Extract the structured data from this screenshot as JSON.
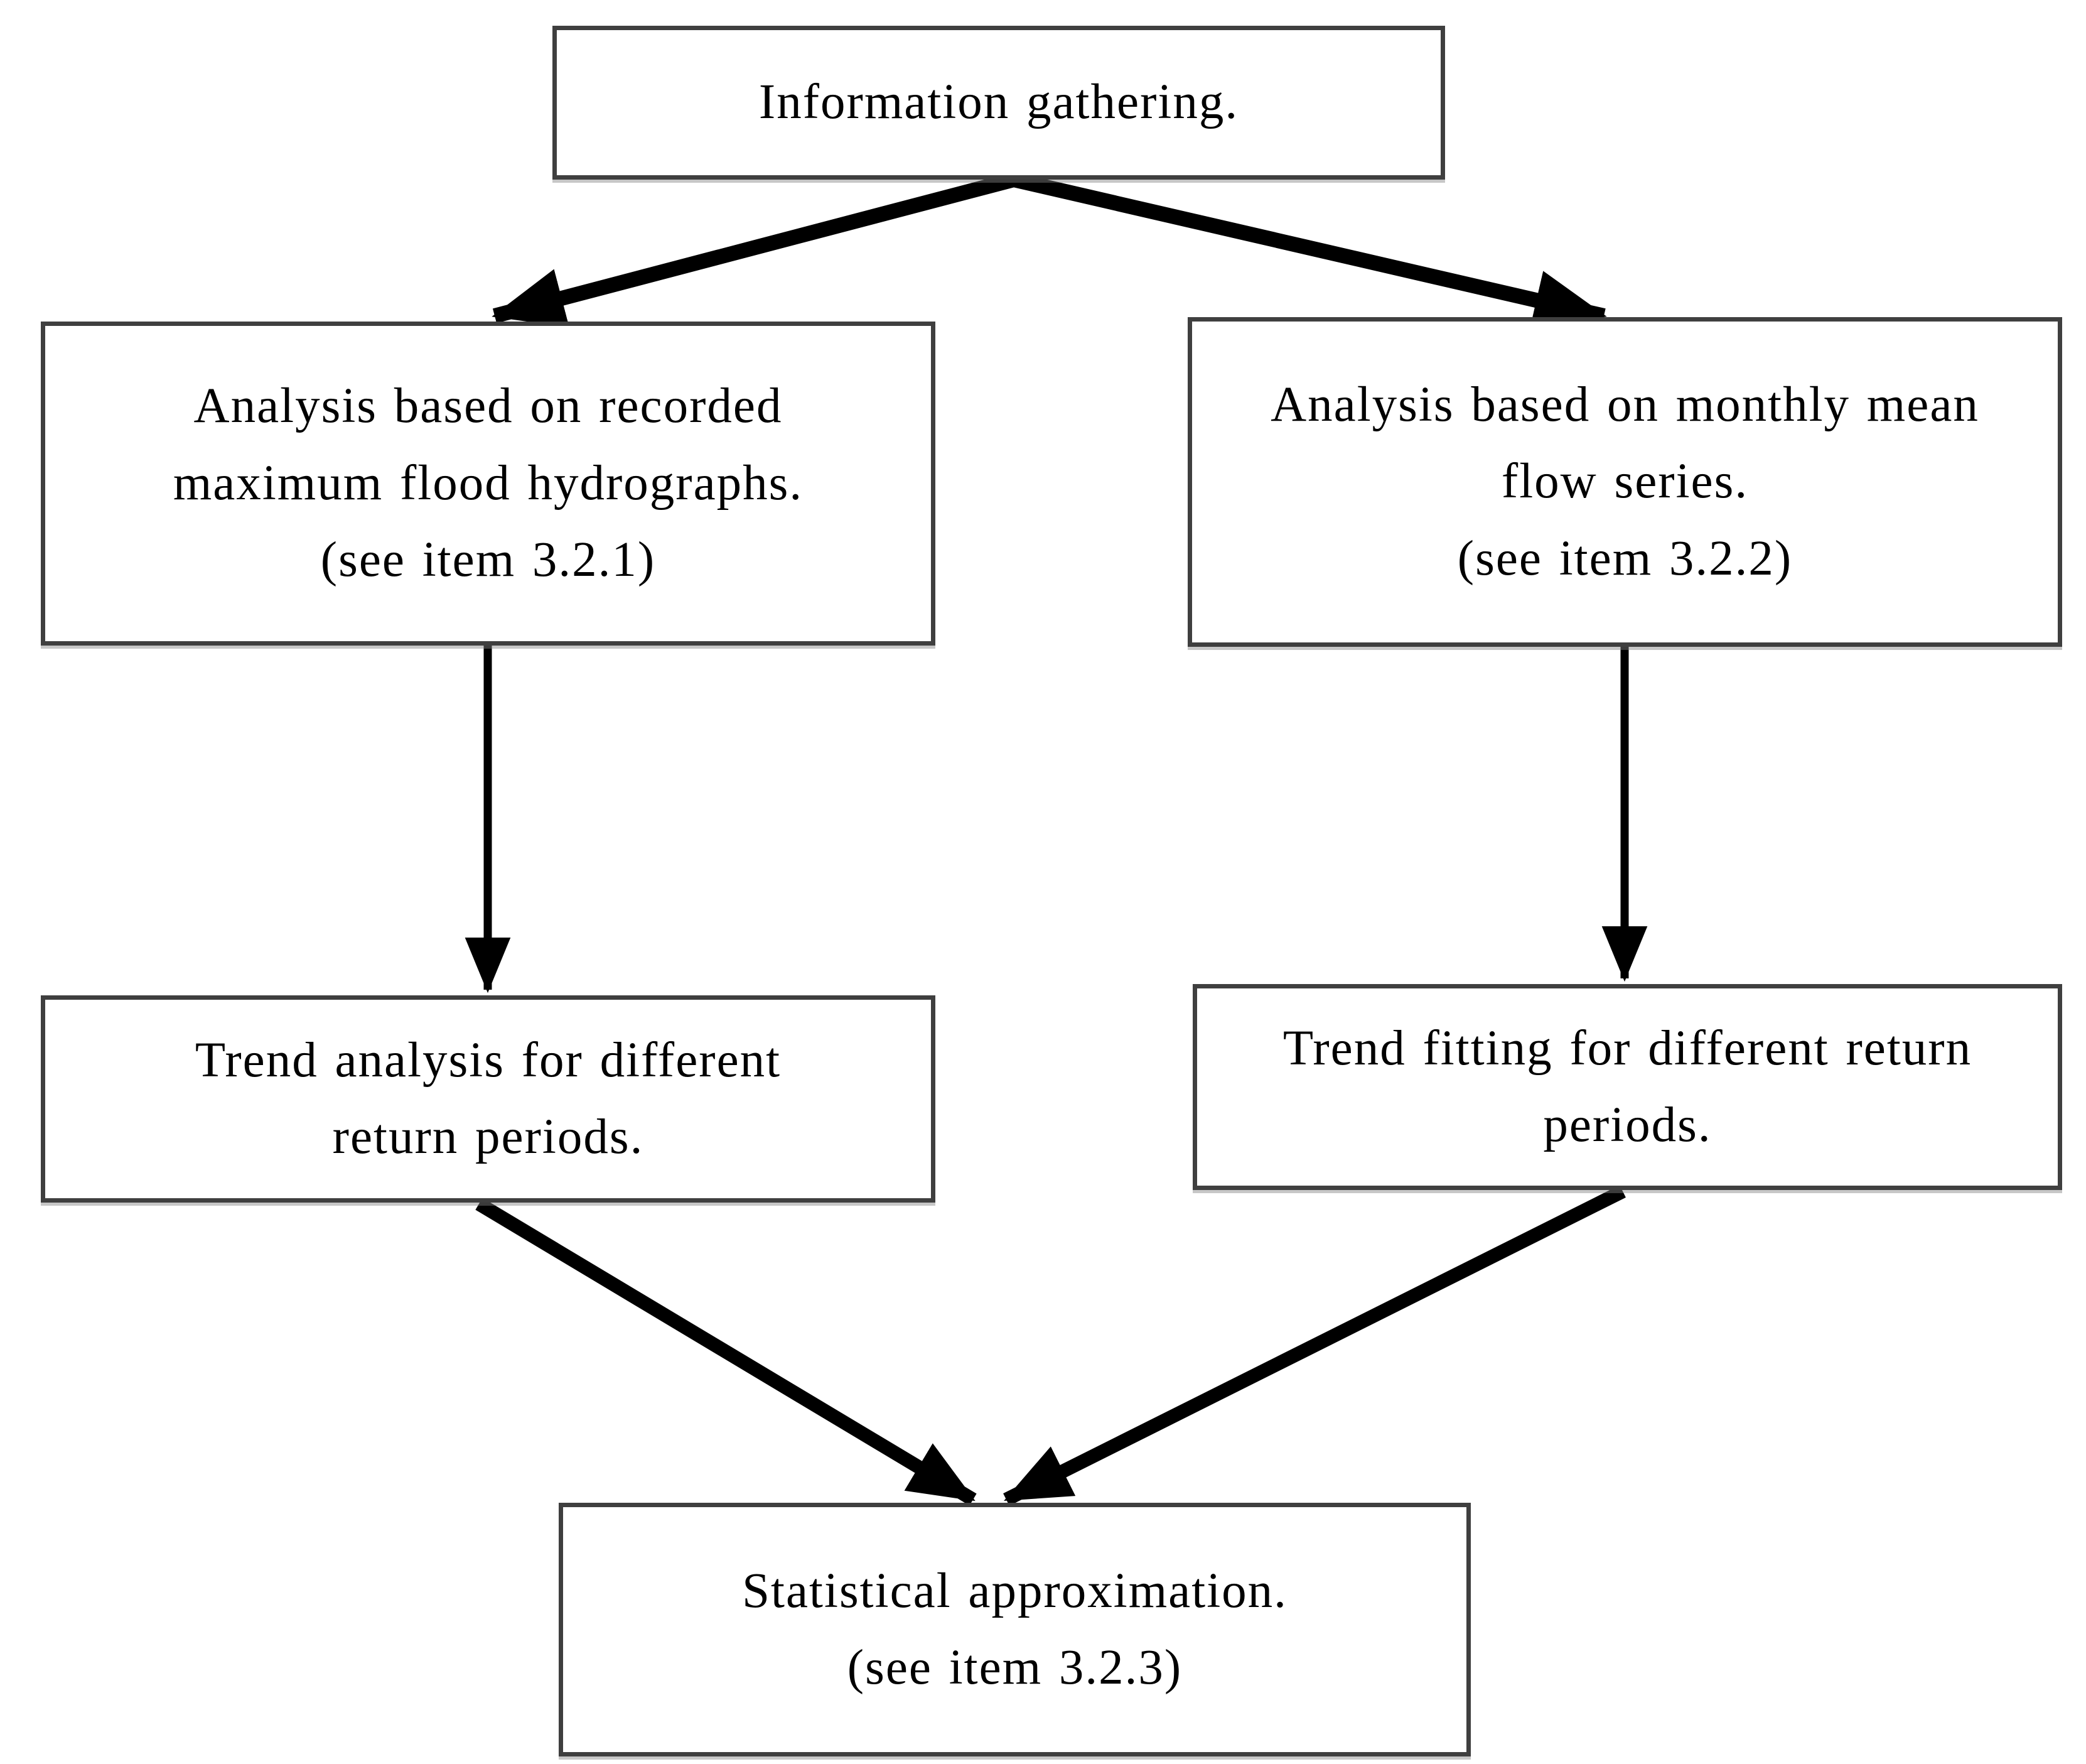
{
  "diagram": {
    "type": "flowchart",
    "colors": {
      "background": "#ffffff",
      "box_border": "#3f3f3f",
      "arrow": "#000000",
      "text": "#000000"
    },
    "nodes": {
      "top": {
        "label": "Information gathering.",
        "lines": [
          "Information gathering."
        ]
      },
      "left_mid": {
        "label": "Analysis based on recorded maximum flood hydrographs. (see item 3.2.1)",
        "lines": [
          "Analysis based on recorded",
          "maximum flood hydrographs.",
          "(see item 3.2.1)"
        ]
      },
      "right_mid": {
        "label": "Analysis based on monthly mean flow series. (see item 3.2.2)",
        "lines": [
          "Analysis based on monthly mean",
          "flow series.",
          "(see item 3.2.2)"
        ]
      },
      "left_low": {
        "label": "Trend analysis for different return periods.",
        "lines": [
          "Trend analysis for different",
          "return periods."
        ]
      },
      "right_low": {
        "label": "Trend fitting for different return periods.",
        "lines": [
          "Trend fitting for different return",
          "periods."
        ]
      },
      "bottom": {
        "label": "Statistical approximation. (see item 3.2.3)",
        "lines": [
          "Statistical approximation.",
          "(see item 3.2.3)"
        ]
      }
    },
    "edges": [
      {
        "from": "top",
        "to": "left_mid"
      },
      {
        "from": "top",
        "to": "right_mid"
      },
      {
        "from": "left_mid",
        "to": "left_low"
      },
      {
        "from": "right_mid",
        "to": "right_low"
      },
      {
        "from": "left_low",
        "to": "bottom"
      },
      {
        "from": "right_low",
        "to": "bottom"
      }
    ]
  }
}
